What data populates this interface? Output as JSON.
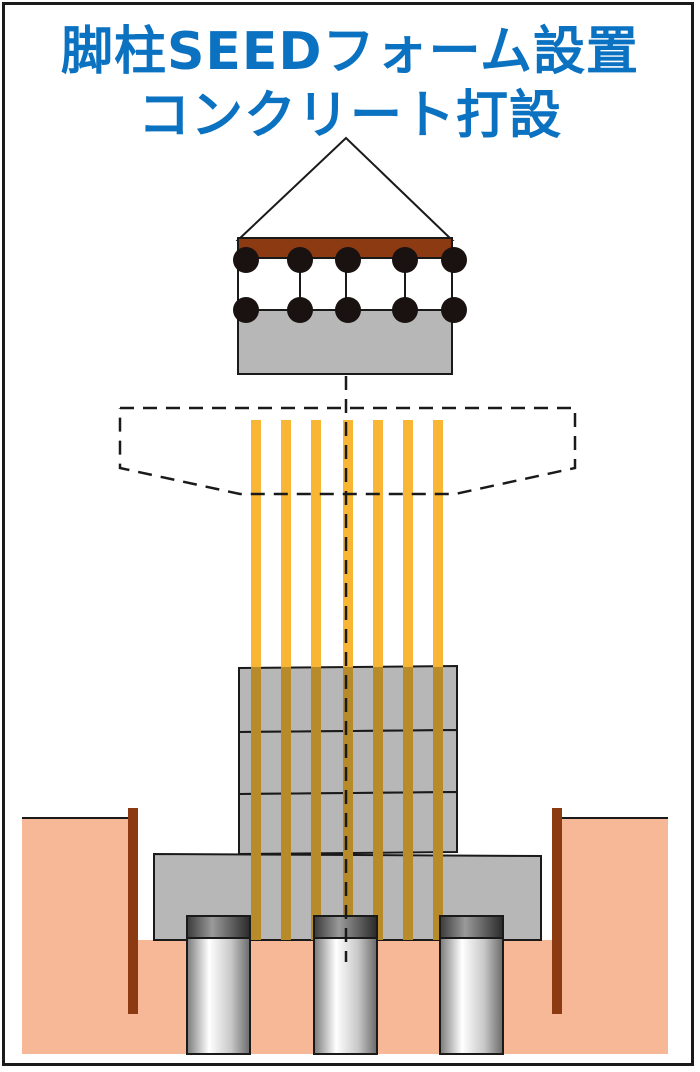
{
  "title": {
    "line1": "脚柱SEEDフォーム設置",
    "line2": "コンクリート打設"
  },
  "colors": {
    "title": "#0a72c0",
    "ground": "#f6b896",
    "sheet_pile": "#8b3a12",
    "concrete": "#b7b7b7",
    "rebar": "#f9b534",
    "rebar_in_concrete": "#b78a2a",
    "girder_top": "#8b3a12",
    "outline": "#1a1a1a"
  },
  "icons": {
    "roof": "triangle-roof",
    "strand": "circle-strand",
    "pile": "cylinder-pile"
  }
}
